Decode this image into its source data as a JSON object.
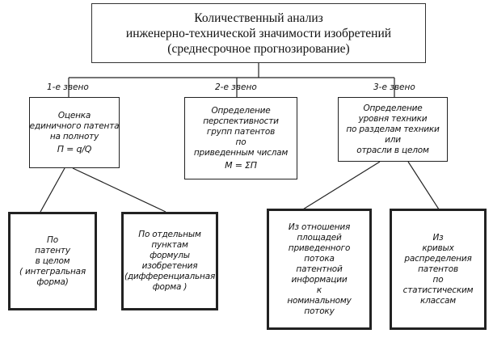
{
  "title": {
    "lines": [
      "Количественный анализ",
      "инженерно-технической значимости изобретений",
      "(среднесрочное прогнозирование)"
    ]
  },
  "links": [
    {
      "label": "1-е звено"
    },
    {
      "label": "2-е звено"
    },
    {
      "label": "3-е звено"
    }
  ],
  "level2": [
    {
      "lines": [
        "Оценка",
        "единичного патента",
        "на полноту"
      ],
      "formula": "Π = q/Q"
    },
    {
      "lines": [
        "Определение",
        "перспективности",
        "групп патентов",
        "по",
        "приведенным числам"
      ],
      "formula": "M = ΣΠ"
    },
    {
      "lines": [
        "Определение",
        "уровня техники",
        "по разделам техники",
        "или",
        "отрасли в целом"
      ],
      "formula": ""
    }
  ],
  "level3": [
    {
      "lines": [
        "По",
        "патенту",
        "в целом",
        "( интегральная",
        "форма)"
      ]
    },
    {
      "lines": [
        "По отдельным",
        "пунктам",
        "формулы",
        "изобретения",
        "(дифференциальная",
        "форма )"
      ]
    },
    {
      "lines": [
        "Из отношения",
        "площадей",
        "приведенного",
        "потока",
        "патентной",
        "информации",
        "к",
        "номинальному",
        "потоку"
      ]
    },
    {
      "lines": [
        "Из",
        "кривых",
        "распределения",
        "патентов",
        "по",
        "статистическим",
        "классам"
      ]
    }
  ]
}
